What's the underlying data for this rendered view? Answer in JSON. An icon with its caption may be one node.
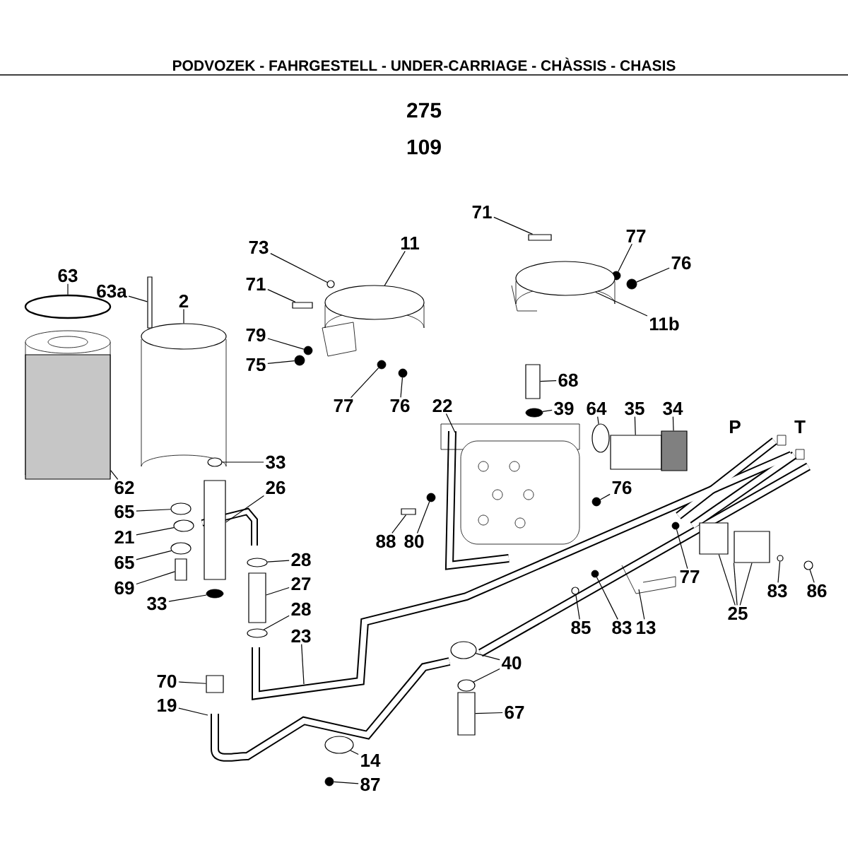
{
  "diagram": {
    "title": "PODVOZEK - FAHRGESTELL - UNDER-CARRIAGE - CHÀSSIS - CHASIS",
    "nodes": [
      {
        "text": [
          "63"
        ]
      },
      {
        "text": [
          "63a"
        ]
      },
      {
        "text": [
          "2"
        ]
      },
      {
        "text": [
          "73"
        ]
      },
      {
        "text": [
          "71"
        ]
      },
      {
        "text": [
          "79"
        ]
      },
      {
        "text": [
          "75"
        ]
      },
      {
        "text": [
          "11"
        ]
      },
      {
        "text": [
          "77"
        ]
      },
      {
        "text": [
          "76"
        ]
      },
      {
        "text": [
          "71"
        ]
      },
      {
        "text": [
          "77"
        ]
      },
      {
        "text": [
          "76"
        ]
      },
      {
        "text": [
          "11b"
        ]
      },
      {
        "text": [
          "68"
        ]
      },
      {
        "text": [
          "22"
        ]
      },
      {
        "text": [
          "39"
        ]
      },
      {
        "text": [
          "64"
        ]
      },
      {
        "text": [
          "35"
        ]
      },
      {
        "text": [
          "34"
        ]
      },
      {
        "text": [
          "62"
        ]
      },
      {
        "text": [
          "33"
        ]
      },
      {
        "text": [
          "26"
        ]
      },
      {
        "text": [
          "65"
        ]
      },
      {
        "text": [
          "21"
        ]
      },
      {
        "text": [
          "65"
        ]
      },
      {
        "text": [
          "69"
        ]
      },
      {
        "text": [
          "33"
        ]
      },
      {
        "text": [
          "28"
        ]
      },
      {
        "text": [
          "27"
        ]
      },
      {
        "text": [
          "28"
        ]
      },
      {
        "text": [
          "23"
        ]
      },
      {
        "text": [
          "88"
        ]
      },
      {
        "text": [
          "80"
        ]
      },
      {
        "text": [
          "76"
        ]
      },
      {
        "text": [
          "77"
        ]
      },
      {
        "text": [
          "85"
        ]
      },
      {
        "text": [
          "83"
        ]
      },
      {
        "text": [
          "13"
        ]
      },
      {
        "text": [
          "25"
        ]
      },
      {
        "text": [
          "83"
        ]
      },
      {
        "text": [
          "86"
        ]
      },
      {
        "text": [
          "40"
        ]
      },
      {
        "text": [
          "70"
        ]
      },
      {
        "text": [
          "19"
        ]
      },
      {
        "text": [
          "67"
        ]
      },
      {
        "text": [
          "14"
        ]
      },
      {
        "text": [
          "87"
        ]
      },
      {
        "text": [],
        "shape": "circle"
      },
      {
        "text": [],
        "shape": "box"
      },
      {
        "text": [],
        "shape": "circle"
      },
      {
        "text": [],
        "shape": "circle"
      },
      {
        "text": [],
        "shape": "box"
      },
      {
        "text": [],
        "shape": "circle"
      },
      {
        "text": [],
        "shape": "circle"
      },
      {
        "text": [],
        "shape": "circle"
      },
      {
        "text": [],
        "shape": "circle"
      },
      {
        "text": [],
        "shape": "circle"
      },
      {
        "text": [],
        "shape": "box"
      },
      {
        "text": [],
        "shape": "circle"
      },
      {
        "text": [],
        "shape": "circle"
      },
      {
        "text": [],
        "shape": "circle"
      },
      {
        "text": [],
        "shape": "box"
      },
      {
        "text": [],
        "shape": "circle"
      },
      {
        "text": [],
        "shape": "circle"
      },
      {
        "text": [],
        "shape": "box"
      },
      {
        "text": [],
        "shape": "box"
      },
      {
        "text": [],
        "shape": "box"
      },
      {
        "text": [],
        "shape": "circle"
      },
      {
        "text": [],
        "shape": "box"
      },
      {
        "text": [],
        "shape": "circle"
      },
      {
        "text": [],
        "shape": "circle"
      },
      {
        "text": [],
        "shape": "circle"
      },
      {
        "text": [],
        "shape": "box"
      },
      {
        "text": [],
        "shape": "circle"
      },
      {
        "text": [],
        "shape": "circle"
      },
      {
        "text": [],
        "shape": "box"
      },
      {
        "text": [],
        "shape": "circle"
      },
      {
        "text": [],
        "shape": "box"
      },
      {
        "text": [],
        "shape": "circle"
      },
      {
        "text": [],
        "shape": "circle"
      },
      {
        "text": [],
        "shape": "circle"
      },
      {
        "text": [],
        "shape": "circle"
      },
      {
        "text": [],
        "shape": "circle"
      },
      {
        "text": [],
        "shape": "box"
      },
      {
        "text": [],
        "shape": "box"
      },
      {
        "text": [],
        "shape": "circle"
      },
      {
        "text": [],
        "shape": "circle"
      },
      {
        "text": [],
        "shape": "circle"
      },
      {
        "text": [],
        "shape": "circle"
      },
      {
        "text": [],
        "shape": "box"
      },
      {
        "text": [],
        "shape": "box"
      },
      {
        "text": [],
        "shape": "circle"
      },
      {
        "text": [],
        "shape": "circle"
      }
    ],
    "edges": [
      {
        "from": 0,
        "to": 48,
        "arrow": "none"
      },
      {
        "from": 1,
        "to": 49,
        "arrow": "none"
      },
      {
        "from": 2,
        "to": 50,
        "arrow": "none"
      },
      {
        "from": 3,
        "to": 51,
        "arrow": "none"
      },
      {
        "from": 4,
        "to": 52,
        "arrow": "none"
      },
      {
        "from": 5,
        "to": 53,
        "arrow": "none"
      },
      {
        "from": 6,
        "to": 54,
        "arrow": "none"
      },
      {
        "from": 7,
        "to": 55,
        "arrow": "none"
      },
      {
        "from": 8,
        "to": 56,
        "arrow": "none"
      },
      {
        "from": 9,
        "to": 57,
        "arrow": "none"
      },
      {
        "from": 10,
        "to": 58,
        "arrow": "none"
      },
      {
        "from": 11,
        "to": 59,
        "arrow": "none"
      },
      {
        "from": 12,
        "to": 60,
        "arrow": "none"
      },
      {
        "from": 13,
        "to": 61,
        "arrow": "none"
      },
      {
        "from": 14,
        "to": 62,
        "arrow": "none"
      },
      {
        "from": 15,
        "to": null,
        "arrow": "none"
      },
      {
        "from": 16,
        "to": 63,
        "arrow": "none"
      },
      {
        "from": 17,
        "to": 64,
        "arrow": "none"
      },
      {
        "from": 18,
        "to": 65,
        "arrow": "none"
      },
      {
        "from": 19,
        "to": 66,
        "arrow": "none"
      },
      {
        "from": 20,
        "to": 67,
        "arrow": "none"
      },
      {
        "from": 21,
        "to": 68,
        "arrow": "none"
      },
      {
        "from": 22,
        "to": 69,
        "arrow": "none"
      },
      {
        "from": 23,
        "to": 70,
        "arrow": "none"
      },
      {
        "from": 24,
        "to": 71,
        "arrow": "none"
      },
      {
        "from": 25,
        "to": 72,
        "arrow": "none"
      },
      {
        "from": 26,
        "to": 73,
        "arrow": "none"
      },
      {
        "from": 27,
        "to": 74,
        "arrow": "none"
      },
      {
        "from": 28,
        "to": 75,
        "arrow": "none"
      },
      {
        "from": 29,
        "to": 76,
        "arrow": "none"
      },
      {
        "from": 30,
        "to": 77,
        "arrow": "none"
      },
      {
        "from": 31,
        "to": null,
        "arrow": "none"
      },
      {
        "from": 32,
        "to": 78,
        "arrow": "none"
      },
      {
        "from": 33,
        "to": 79,
        "arrow": "none"
      },
      {
        "from": 34,
        "to": 80,
        "arrow": "none"
      },
      {
        "from": 35,
        "to": 81,
        "arrow": "none"
      },
      {
        "from": 36,
        "to": 82,
        "arrow": "none"
      },
      {
        "from": 37,
        "to": 83,
        "arrow": "none"
      },
      {
        "from": 38,
        "to": null,
        "arrow": "none"
      },
      {
        "from": 39,
        "to": 84,
        "arrow": "none"
      },
      {
        "from": 39,
        "to": 85,
        "arrow": "none"
      },
      {
        "from": 39,
        "to": 85,
        "arrow": "none"
      },
      {
        "from": 40,
        "to": 86,
        "arrow": "none"
      },
      {
        "from": 41,
        "to": 87,
        "arrow": "none"
      },
      {
        "from": 42,
        "to": 88,
        "arrow": "none"
      },
      {
        "from": 42,
        "to": 89,
        "arrow": "none"
      },
      {
        "from": 43,
        "to": 90,
        "arrow": "none"
      },
      {
        "from": 44,
        "to": null,
        "arrow": "none"
      },
      {
        "from": 45,
        "to": 91,
        "arrow": "none"
      },
      {
        "from": 46,
        "to": 92,
        "arrow": "none"
      },
      {
        "from": 47,
        "to": 93,
        "arrow": "none"
      }
    ],
    "labels": [
      "275",
      "109",
      "P",
      "T"
    ]
  }
}
